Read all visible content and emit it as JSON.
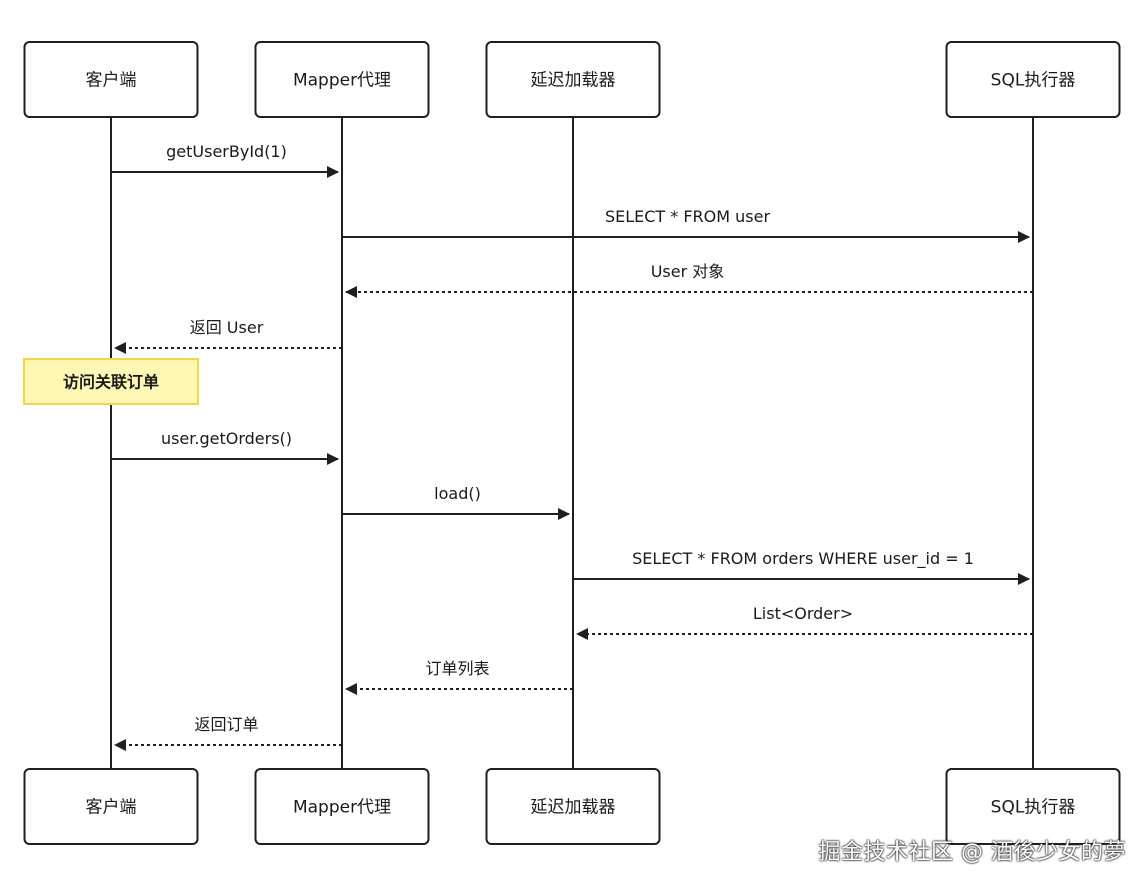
{
  "participants": [
    {
      "id": "client",
      "label": "客户端"
    },
    {
      "id": "proxy",
      "label": "Mapper代理"
    },
    {
      "id": "loader",
      "label": "延迟加载器"
    },
    {
      "id": "executor",
      "label": "SQL执行器"
    }
  ],
  "messages": [
    {
      "from": "client",
      "to": "proxy",
      "label": "getUserById(1)",
      "style": "solid"
    },
    {
      "from": "proxy",
      "to": "executor",
      "label": "SELECT * FROM user",
      "style": "solid"
    },
    {
      "from": "executor",
      "to": "proxy",
      "label": "User 对象",
      "style": "dashed"
    },
    {
      "from": "proxy",
      "to": "client",
      "label": "返回 User",
      "style": "dashed"
    },
    {
      "from": "client",
      "to": "proxy",
      "label": "user.getOrders()",
      "style": "solid"
    },
    {
      "from": "proxy",
      "to": "loader",
      "label": "load()",
      "style": "solid"
    },
    {
      "from": "loader",
      "to": "executor",
      "label": "SELECT * FROM orders WHERE user_id = 1",
      "style": "solid"
    },
    {
      "from": "executor",
      "to": "loader",
      "label": "List<Order>",
      "style": "dashed"
    },
    {
      "from": "loader",
      "to": "proxy",
      "label": "订单列表",
      "style": "dashed"
    },
    {
      "from": "proxy",
      "to": "client",
      "label": "返回订单",
      "style": "dashed"
    }
  ],
  "note": {
    "over": "client",
    "label": "访问关联订单"
  },
  "watermark": "掘金技术社区 @ 酒後少女的夢"
}
